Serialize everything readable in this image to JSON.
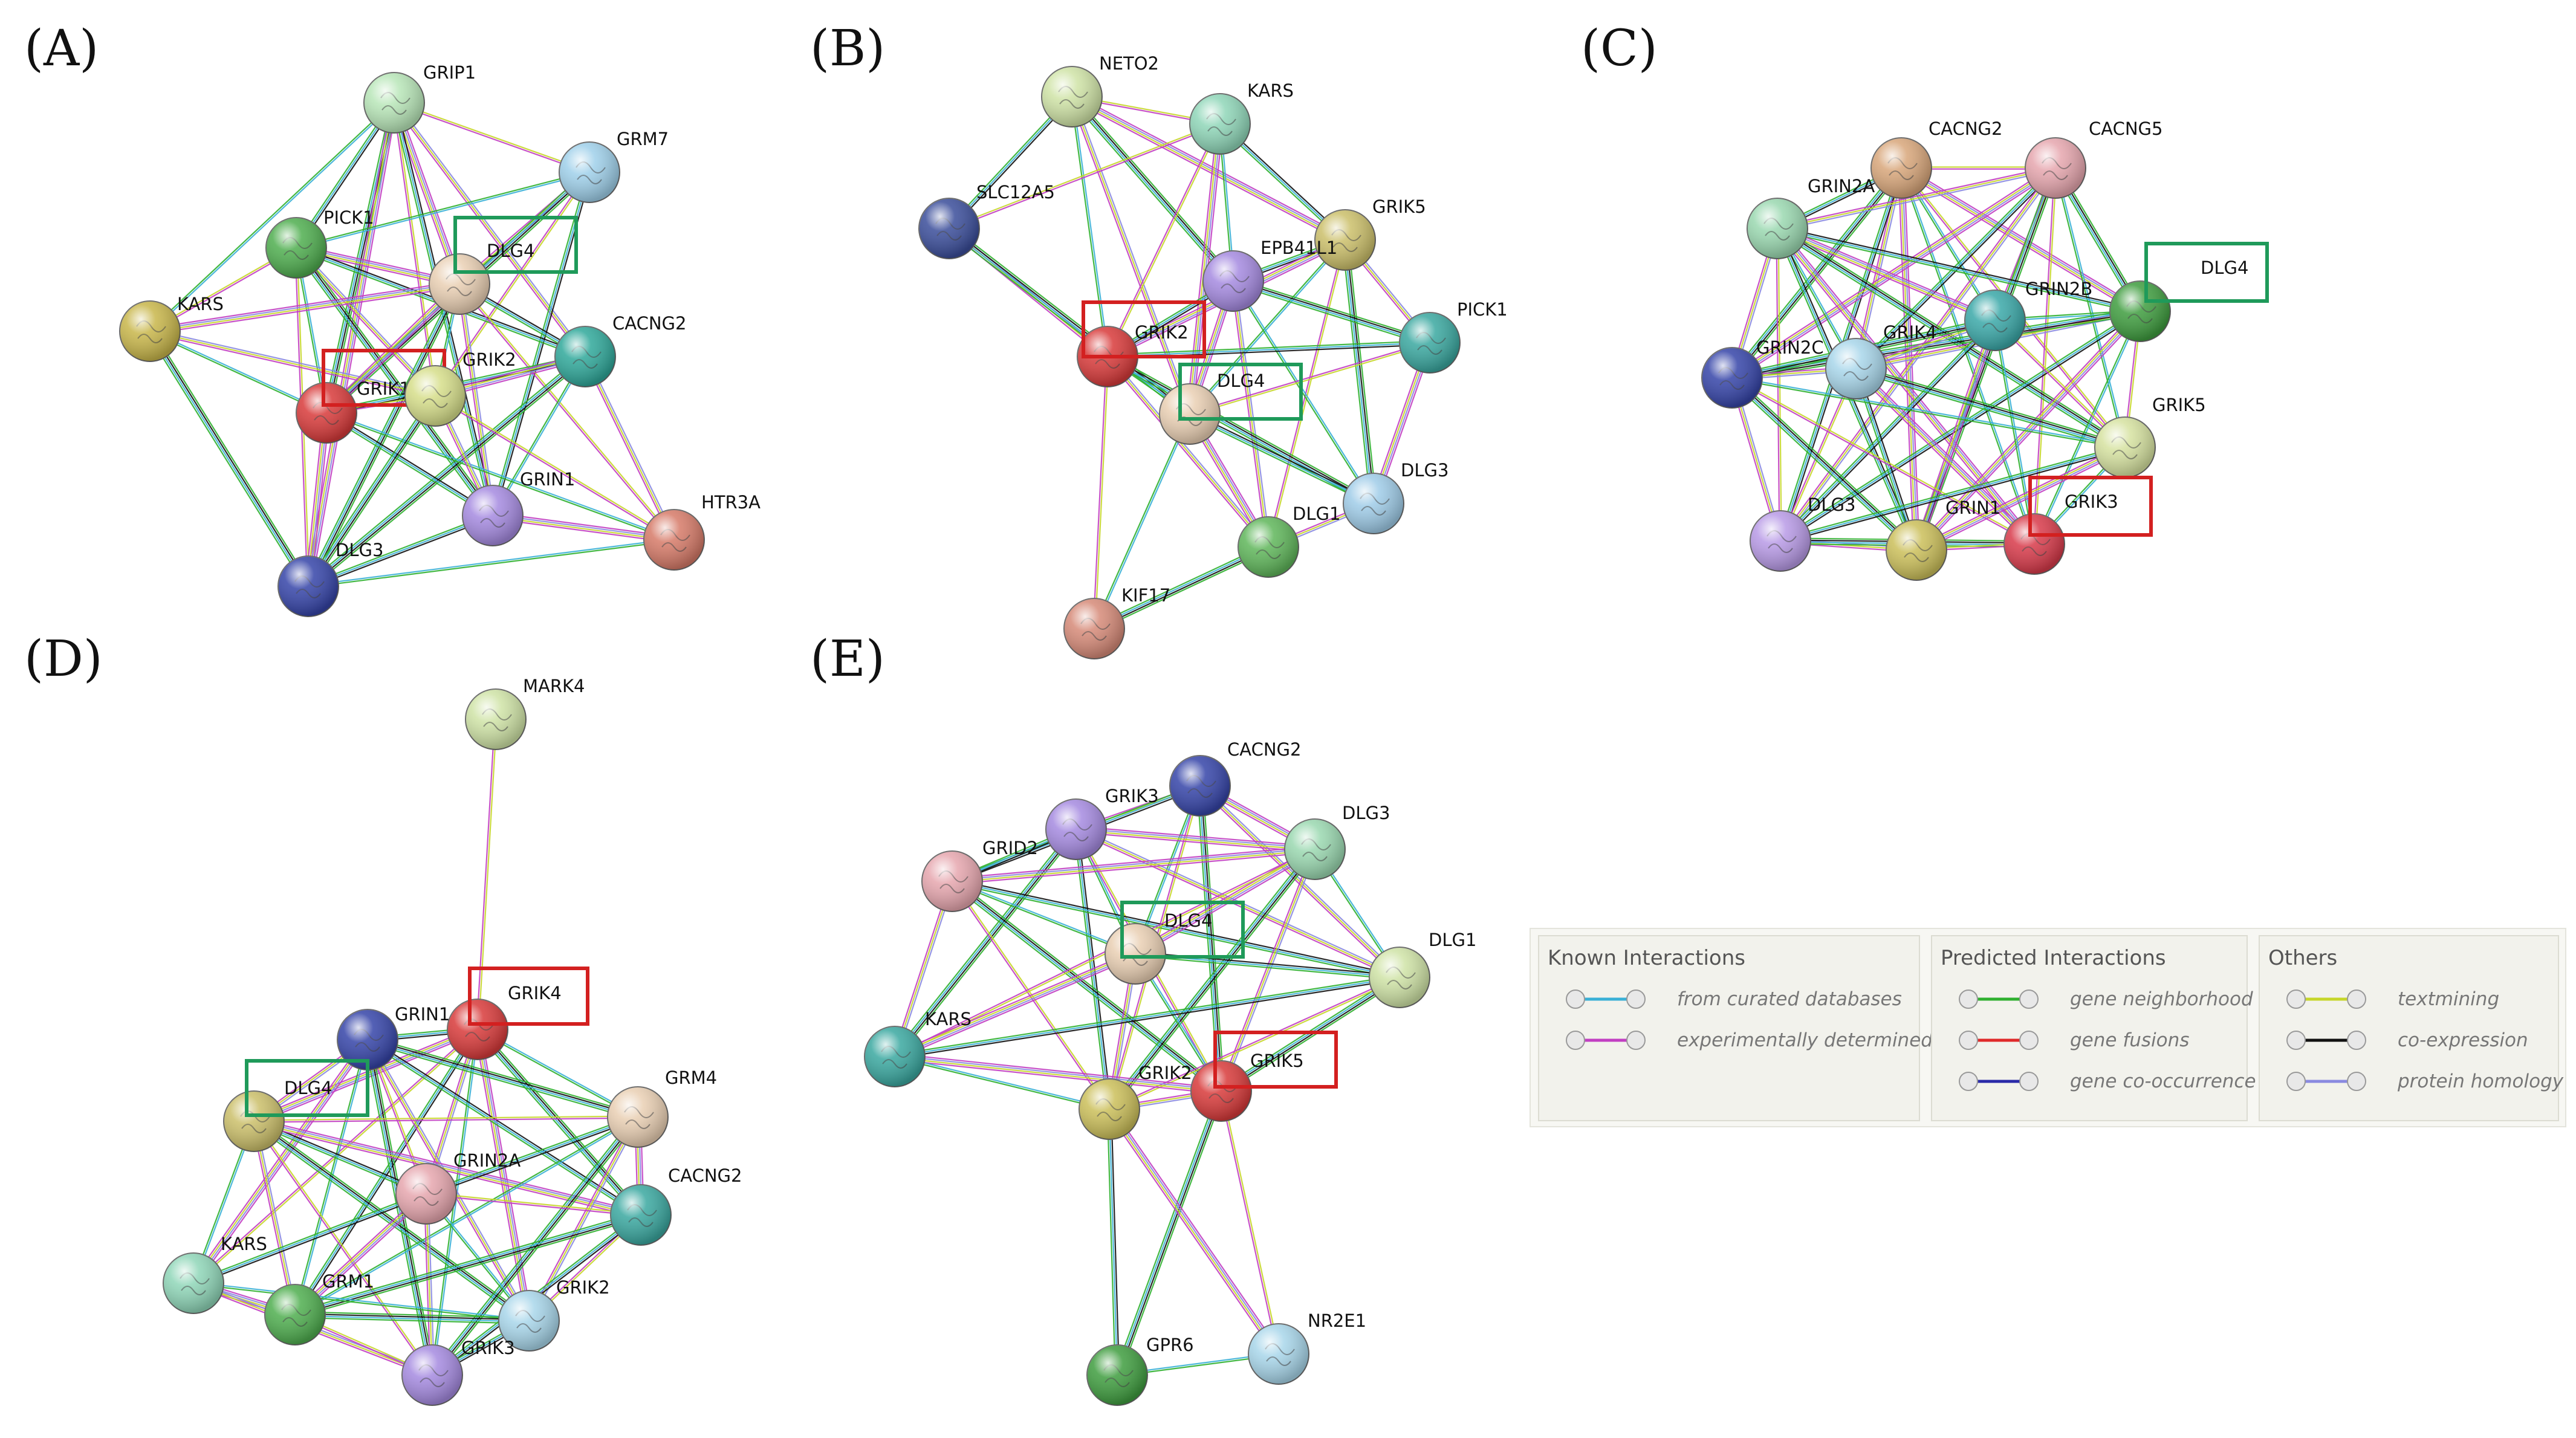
{
  "panels": [
    {
      "letter": "(A)",
      "nodes": [
        {
          "id": "GRIP1",
          "label": "GRIP1",
          "color": "#b8e6b8"
        },
        {
          "id": "GRM7",
          "label": "GRM7",
          "color": "#9fd0ea"
        },
        {
          "id": "PICK1",
          "label": "PICK1",
          "color": "#4fae4f"
        },
        {
          "id": "DLG4",
          "label": "DLG4",
          "color": "#e9cfb3",
          "highlight": "green"
        },
        {
          "id": "KARS",
          "label": "KARS",
          "color": "#c8b64a"
        },
        {
          "id": "CACNG2",
          "label": "CACNG2",
          "color": "#2fa89a"
        },
        {
          "id": "GRIK1",
          "label": "GRIK1",
          "color": "#d83a3a",
          "highlight": "red"
        },
        {
          "id": "GRIK2",
          "label": "GRIK2",
          "color": "#d6de8a"
        },
        {
          "id": "GRIN1",
          "label": "GRIN1",
          "color": "#a58ae0"
        },
        {
          "id": "HTR3A",
          "label": "HTR3A",
          "color": "#d67a68"
        },
        {
          "id": "DLG3",
          "label": "DLG3",
          "color": "#3544a8"
        }
      ],
      "edges": [
        [
          "GRIP1",
          "GRM7"
        ],
        [
          "GRIP1",
          "PICK1"
        ],
        [
          "GRIP1",
          "DLG4"
        ],
        [
          "GRIP1",
          "KARS"
        ],
        [
          "GRIP1",
          "CACNG2"
        ],
        [
          "GRIP1",
          "GRIK1"
        ],
        [
          "GRIP1",
          "GRIK2"
        ],
        [
          "GRIP1",
          "GRIN1"
        ],
        [
          "GRIP1",
          "DLG3"
        ],
        [
          "GRM7",
          "PICK1"
        ],
        [
          "GRM7",
          "DLG4"
        ],
        [
          "GRM7",
          "GRIK1"
        ],
        [
          "GRM7",
          "GRIK2"
        ],
        [
          "GRM7",
          "GRIN1"
        ],
        [
          "PICK1",
          "DLG4"
        ],
        [
          "PICK1",
          "GRIK1"
        ],
        [
          "PICK1",
          "GRIK2"
        ],
        [
          "PICK1",
          "GRIN1"
        ],
        [
          "PICK1",
          "DLG3"
        ],
        [
          "PICK1",
          "CACNG2"
        ],
        [
          "KARS",
          "DLG4"
        ],
        [
          "KARS",
          "GRIK1"
        ],
        [
          "KARS",
          "GRIK2"
        ],
        [
          "KARS",
          "DLG3"
        ],
        [
          "KARS",
          "PICK1"
        ],
        [
          "DLG4",
          "CACNG2"
        ],
        [
          "DLG4",
          "GRIK1"
        ],
        [
          "DLG4",
          "GRIK2"
        ],
        [
          "DLG4",
          "GRIN1"
        ],
        [
          "DLG4",
          "DLG3"
        ],
        [
          "DLG4",
          "HTR3A"
        ],
        [
          "CACNG2",
          "GRIK1"
        ],
        [
          "CACNG2",
          "GRIK2"
        ],
        [
          "CACNG2",
          "GRIN1"
        ],
        [
          "CACNG2",
          "HTR3A"
        ],
        [
          "CACNG2",
          "DLG3"
        ],
        [
          "GRIK1",
          "GRIK2"
        ],
        [
          "GRIK1",
          "GRIN1"
        ],
        [
          "GRIK1",
          "DLG3"
        ],
        [
          "GRIK1",
          "HTR3A"
        ],
        [
          "GRIK2",
          "GRIN1"
        ],
        [
          "GRIK2",
          "DLG3"
        ],
        [
          "GRIK2",
          "HTR3A"
        ],
        [
          "GRIN1",
          "DLG3"
        ],
        [
          "GRIN1",
          "HTR3A"
        ],
        [
          "DLG3",
          "HTR3A"
        ]
      ]
    },
    {
      "letter": "(B)",
      "nodes": [
        {
          "id": "NETO2",
          "label": "NETO2",
          "color": "#cfe3a6"
        },
        {
          "id": "KARS",
          "label": "KARS",
          "color": "#8fd6b8"
        },
        {
          "id": "SLC12A5",
          "label": "SLC12A5",
          "color": "#3a4d9a"
        },
        {
          "id": "GRIK5",
          "label": "GRIK5",
          "color": "#cbbf6a"
        },
        {
          "id": "EPB41L1",
          "label": "EPB41L1",
          "color": "#a58ae0"
        },
        {
          "id": "PICK1",
          "label": "PICK1",
          "color": "#3aa8a0"
        },
        {
          "id": "GRIK2",
          "label": "GRIK2",
          "color": "#d83a3a",
          "highlight": "red"
        },
        {
          "id": "DLG4",
          "label": "DLG4",
          "color": "#e9cfb3",
          "highlight": "green"
        },
        {
          "id": "DLG3",
          "label": "DLG3",
          "color": "#9fcce8"
        },
        {
          "id": "DLG1",
          "label": "DLG1",
          "color": "#5fb65a"
        },
        {
          "id": "KIF17",
          "label": "KIF17",
          "color": "#d68a78"
        }
      ],
      "edges": [
        [
          "NETO2",
          "KARS"
        ],
        [
          "NETO2",
          "SLC12A5"
        ],
        [
          "NETO2",
          "GRIK5"
        ],
        [
          "NETO2",
          "GRIK2"
        ],
        [
          "NETO2",
          "DLG4"
        ],
        [
          "NETO2",
          "EPB41L1"
        ],
        [
          "KARS",
          "GRIK2"
        ],
        [
          "KARS",
          "GRIK5"
        ],
        [
          "KARS",
          "DLG4"
        ],
        [
          "KARS",
          "EPB41L1"
        ],
        [
          "SLC12A5",
          "GRIK2"
        ],
        [
          "SLC12A5",
          "DLG4"
        ],
        [
          "SLC12A5",
          "KARS"
        ],
        [
          "GRIK5",
          "EPB41L1"
        ],
        [
          "GRIK5",
          "GRIK2"
        ],
        [
          "GRIK5",
          "DLG4"
        ],
        [
          "GRIK5",
          "PICK1"
        ],
        [
          "GRIK5",
          "DLG3"
        ],
        [
          "GRIK5",
          "DLG1"
        ],
        [
          "EPB41L1",
          "GRIK2"
        ],
        [
          "EPB41L1",
          "DLG4"
        ],
        [
          "EPB41L1",
          "DLG3"
        ],
        [
          "EPB41L1",
          "DLG1"
        ],
        [
          "EPB41L1",
          "PICK1"
        ],
        [
          "PICK1",
          "DLG4"
        ],
        [
          "PICK1",
          "GRIK2"
        ],
        [
          "PICK1",
          "DLG3"
        ],
        [
          "GRIK2",
          "DLG4"
        ],
        [
          "GRIK2",
          "DLG1"
        ],
        [
          "GRIK2",
          "DLG3"
        ],
        [
          "GRIK2",
          "KIF17"
        ],
        [
          "DLG4",
          "DLG3"
        ],
        [
          "DLG4",
          "DLG1"
        ],
        [
          "DLG4",
          "KIF17"
        ],
        [
          "DLG3",
          "DLG1"
        ],
        [
          "DLG1",
          "KIF17"
        ]
      ]
    },
    {
      "letter": "(C)",
      "nodes": [
        {
          "id": "CACNG2",
          "label": "CACNG2",
          "color": "#d8a67a"
        },
        {
          "id": "CACNG5",
          "label": "CACNG5",
          "color": "#e6a6ae"
        },
        {
          "id": "GRIN2A",
          "label": "GRIN2A",
          "color": "#9ad8b0"
        },
        {
          "id": "DLG4",
          "label": "DLG4",
          "color": "#3f9d3f",
          "highlight": "green"
        },
        {
          "id": "GRIN2B",
          "label": "GRIN2B",
          "color": "#3aa8a8"
        },
        {
          "id": "GRIK4",
          "label": "GRIK4",
          "color": "#a8d6ea"
        },
        {
          "id": "GRIN2C",
          "label": "GRIN2C",
          "color": "#3544a8"
        },
        {
          "id": "GRIK5",
          "label": "GRIK5",
          "color": "#d6e2a0"
        },
        {
          "id": "DLG3",
          "label": "DLG3",
          "color": "#b89ae6"
        },
        {
          "id": "GRIN1",
          "label": "GRIN1",
          "color": "#cbbf5a"
        },
        {
          "id": "GRIK3",
          "label": "GRIK3",
          "color": "#d83a4a",
          "highlight": "red"
        }
      ],
      "edges": "all"
    },
    {
      "letter": "(D)",
      "nodes": [
        {
          "id": "MARK4",
          "label": "MARK4",
          "color": "#cfe3a6"
        },
        {
          "id": "GRIK4",
          "label": "GRIK4",
          "color": "#d83a3a",
          "highlight": "red"
        },
        {
          "id": "GRIN1",
          "label": "GRIN1",
          "color": "#3544a8"
        },
        {
          "id": "DLG4",
          "label": "DLG4",
          "color": "#cbbf6a",
          "highlight": "green"
        },
        {
          "id": "GRM4",
          "label": "GRM4",
          "color": "#e9cfb3"
        },
        {
          "id": "GRIN2A",
          "label": "GRIN2A",
          "color": "#e6a6ae"
        },
        {
          "id": "CACNG2",
          "label": "CACNG2",
          "color": "#3aa8a0"
        },
        {
          "id": "KARS",
          "label": "KARS",
          "color": "#8fd6b8"
        },
        {
          "id": "GRM1",
          "label": "GRM1",
          "color": "#4fae4f"
        },
        {
          "id": "GRIK2",
          "label": "GRIK2",
          "color": "#a8d6ea"
        },
        {
          "id": "GRIK3",
          "label": "GRIK3",
          "color": "#a58ae0"
        }
      ],
      "edges": [
        [
          "MARK4",
          "GRIK4"
        ],
        [
          "GRIK4",
          "GRIN1"
        ],
        [
          "GRIK4",
          "DLG4"
        ],
        [
          "GRIK4",
          "GRM4"
        ],
        [
          "GRIK4",
          "GRIN2A"
        ],
        [
          "GRIK4",
          "CACNG2"
        ],
        [
          "GRIK4",
          "KARS"
        ],
        [
          "GRIK4",
          "GRM1"
        ],
        [
          "GRIK4",
          "GRIK2"
        ],
        [
          "GRIK4",
          "GRIK3"
        ],
        [
          "GRIN1",
          "DLG4"
        ],
        [
          "GRIN1",
          "GRM4"
        ],
        [
          "GRIN1",
          "GRIN2A"
        ],
        [
          "GRIN1",
          "CACNG2"
        ],
        [
          "GRIN1",
          "KARS"
        ],
        [
          "GRIN1",
          "GRM1"
        ],
        [
          "GRIN1",
          "GRIK2"
        ],
        [
          "GRIN1",
          "GRIK3"
        ],
        [
          "DLG4",
          "GRM4"
        ],
        [
          "DLG4",
          "GRIN2A"
        ],
        [
          "DLG4",
          "CACNG2"
        ],
        [
          "DLG4",
          "KARS"
        ],
        [
          "DLG4",
          "GRM1"
        ],
        [
          "DLG4",
          "GRIK2"
        ],
        [
          "DLG4",
          "GRIK3"
        ],
        [
          "GRM4",
          "GRIN2A"
        ],
        [
          "GRM4",
          "CACNG2"
        ],
        [
          "GRM4",
          "GRM1"
        ],
        [
          "GRM4",
          "GRIK2"
        ],
        [
          "GRM4",
          "GRIK3"
        ],
        [
          "GRIN2A",
          "CACNG2"
        ],
        [
          "GRIN2A",
          "KARS"
        ],
        [
          "GRIN2A",
          "GRM1"
        ],
        [
          "GRIN2A",
          "GRIK2"
        ],
        [
          "GRIN2A",
          "GRIK3"
        ],
        [
          "CACNG2",
          "GRM1"
        ],
        [
          "CACNG2",
          "GRIK2"
        ],
        [
          "CACNG2",
          "GRIK3"
        ],
        [
          "KARS",
          "GRM1"
        ],
        [
          "KARS",
          "GRIK2"
        ],
        [
          "KARS",
          "GRIK3"
        ],
        [
          "GRM1",
          "GRIK2"
        ],
        [
          "GRM1",
          "GRIK3"
        ],
        [
          "GRIK2",
          "GRIK3"
        ]
      ]
    },
    {
      "letter": "(E)",
      "nodes": [
        {
          "id": "CACNG2",
          "label": "CACNG2",
          "color": "#3544a8"
        },
        {
          "id": "GRIK3",
          "label": "GRIK3",
          "color": "#a58ae0"
        },
        {
          "id": "GRID2",
          "label": "GRID2",
          "color": "#e6a6ae"
        },
        {
          "id": "DLG3",
          "label": "DLG3",
          "color": "#9ad8b0"
        },
        {
          "id": "DLG4",
          "label": "DLG4",
          "color": "#e9cfb3",
          "highlight": "green"
        },
        {
          "id": "DLG1",
          "label": "DLG1",
          "color": "#cfe3a6"
        },
        {
          "id": "KARS",
          "label": "KARS",
          "color": "#3aa8a0"
        },
        {
          "id": "GRIK5",
          "label": "GRIK5",
          "color": "#d83a3a",
          "highlight": "red"
        },
        {
          "id": "GRIK2",
          "label": "GRIK2",
          "color": "#cbbf5a"
        },
        {
          "id": "GPR6",
          "label": "GPR6",
          "color": "#3f9d3f"
        },
        {
          "id": "NR2E1",
          "label": "NR2E1",
          "color": "#a8d6ea"
        }
      ],
      "edges": [
        [
          "CACNG2",
          "GRIK3"
        ],
        [
          "CACNG2",
          "GRID2"
        ],
        [
          "CACNG2",
          "DLG3"
        ],
        [
          "CACNG2",
          "DLG4"
        ],
        [
          "CACNG2",
          "DLG1"
        ],
        [
          "CACNG2",
          "GRIK5"
        ],
        [
          "CACNG2",
          "GRIK2"
        ],
        [
          "GRIK3",
          "GRID2"
        ],
        [
          "GRIK3",
          "DLG3"
        ],
        [
          "GRIK3",
          "DLG4"
        ],
        [
          "GRIK3",
          "DLG1"
        ],
        [
          "GRIK3",
          "KARS"
        ],
        [
          "GRIK3",
          "GRIK5"
        ],
        [
          "GRIK3",
          "GRIK2"
        ],
        [
          "GRID2",
          "DLG3"
        ],
        [
          "GRID2",
          "DLG4"
        ],
        [
          "GRID2",
          "KARS"
        ],
        [
          "GRID2",
          "GRIK5"
        ],
        [
          "GRID2",
          "GRIK2"
        ],
        [
          "GRID2",
          "DLG1"
        ],
        [
          "DLG3",
          "DLG4"
        ],
        [
          "DLG3",
          "DLG1"
        ],
        [
          "DLG3",
          "GRIK5"
        ],
        [
          "DLG3",
          "GRIK2"
        ],
        [
          "DLG3",
          "KARS"
        ],
        [
          "DLG4",
          "DLG1"
        ],
        [
          "DLG4",
          "KARS"
        ],
        [
          "DLG4",
          "GRIK5"
        ],
        [
          "DLG4",
          "GRIK2"
        ],
        [
          "DLG1",
          "GRIK5"
        ],
        [
          "DLG1",
          "GRIK2"
        ],
        [
          "DLG1",
          "KARS"
        ],
        [
          "KARS",
          "GRIK5"
        ],
        [
          "KARS",
          "GRIK2"
        ],
        [
          "GRIK5",
          "GRIK2"
        ],
        [
          "GRIK5",
          "GPR6"
        ],
        [
          "GRIK5",
          "NR2E1"
        ],
        [
          "GRIK2",
          "GPR6"
        ],
        [
          "GRIK2",
          "NR2E1"
        ],
        [
          "GPR6",
          "NR2E1"
        ]
      ]
    }
  ],
  "legend": {
    "groups": [
      {
        "title": "Known Interactions",
        "items": [
          {
            "label": "from curated databases",
            "color": "#3ab0d6"
          },
          {
            "label": "experimentally determined",
            "color": "#c23fc2"
          }
        ]
      },
      {
        "title": "Predicted Interactions",
        "items": [
          {
            "label": "gene neighborhood",
            "color": "#2fb02f"
          },
          {
            "label": "gene fusions",
            "color": "#e02a2a"
          },
          {
            "label": "gene co-occurrence",
            "color": "#2a2aa8"
          }
        ]
      },
      {
        "title": "Others",
        "items": [
          {
            "label": "textmining",
            "color": "#c6d62a"
          },
          {
            "label": "co-expression",
            "color": "#111111"
          },
          {
            "label": "protein homology",
            "color": "#8a8ae0"
          }
        ]
      }
    ]
  },
  "colors": {
    "highlight_red": "#d32020",
    "highlight_green": "#1f9a5a"
  }
}
